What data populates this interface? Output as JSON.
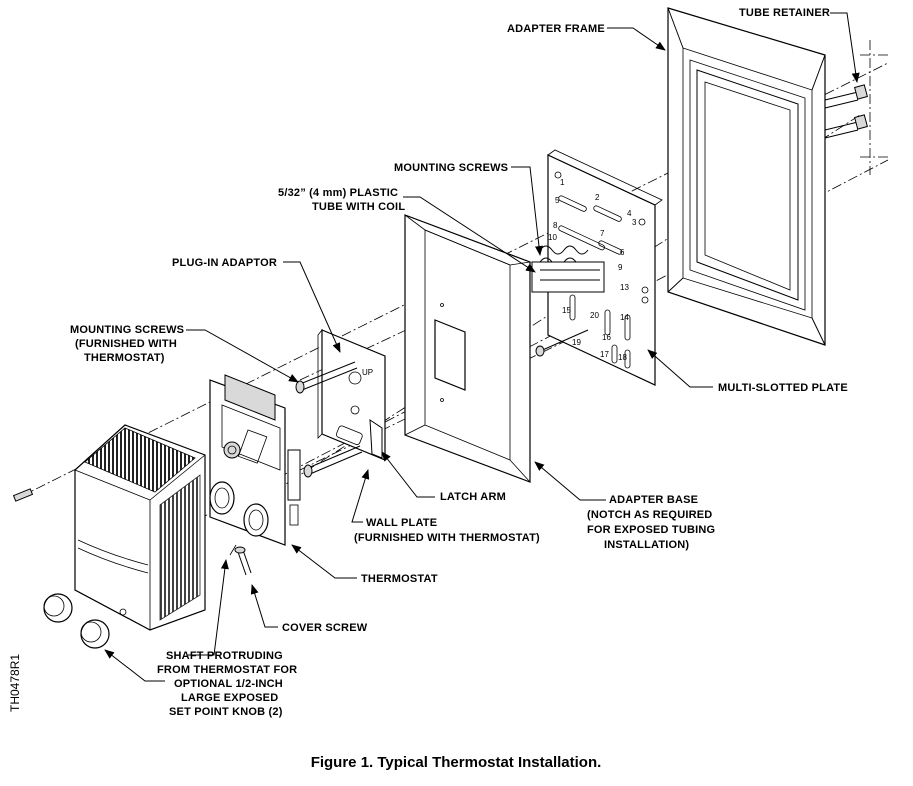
{
  "figure": {
    "caption": "Figure 1.  Typical Thermostat Installation.",
    "code": "TH0478R1"
  },
  "labels": {
    "adapter_frame": "ADAPTER FRAME",
    "tube_retainer": "TUBE RETAINER",
    "mounting_screws_top": "MOUNTING SCREWS",
    "plastic_tube_line1": "5/32” (4 mm) PLASTIC",
    "plastic_tube_line2": "TUBE WITH COIL",
    "plug_in_adaptor": "PLUG-IN ADAPTOR",
    "mounting_screws_left_line1": "MOUNTING SCREWS",
    "mounting_screws_left_line2": "(FURNISHED WITH",
    "mounting_screws_left_line3": "THERMOSTAT)",
    "multi_slotted_plate": "MULTI-SLOTTED PLATE",
    "latch_arm": "LATCH ARM",
    "adapter_base_line1": "ADAPTER BASE",
    "adapter_base_line2": "(NOTCH AS REQUIRED",
    "adapter_base_line3": "FOR EXPOSED TUBING",
    "adapter_base_line4": "INSTALLATION)",
    "wall_plate_line1": "WALL PLATE",
    "wall_plate_line2": "(FURNISHED WITH THERMOSTAT)",
    "thermostat": "THERMOSTAT",
    "cover_screw": "COVER SCREW",
    "shaft_line1": "SHAFT PROTRUDING",
    "shaft_line2": "FROM THERMOSTAT FOR",
    "shaft_line3": "OPTIONAL 1/2-INCH",
    "shaft_line4": "LARGE EXPOSED",
    "shaft_line5": "SET POINT KNOB (2)"
  },
  "plate_numbers": [
    "1",
    "2",
    "3",
    "4",
    "5",
    "6",
    "7",
    "8",
    "9",
    "10",
    "13",
    "14",
    "15",
    "16",
    "17",
    "18",
    "19",
    "20"
  ]
}
